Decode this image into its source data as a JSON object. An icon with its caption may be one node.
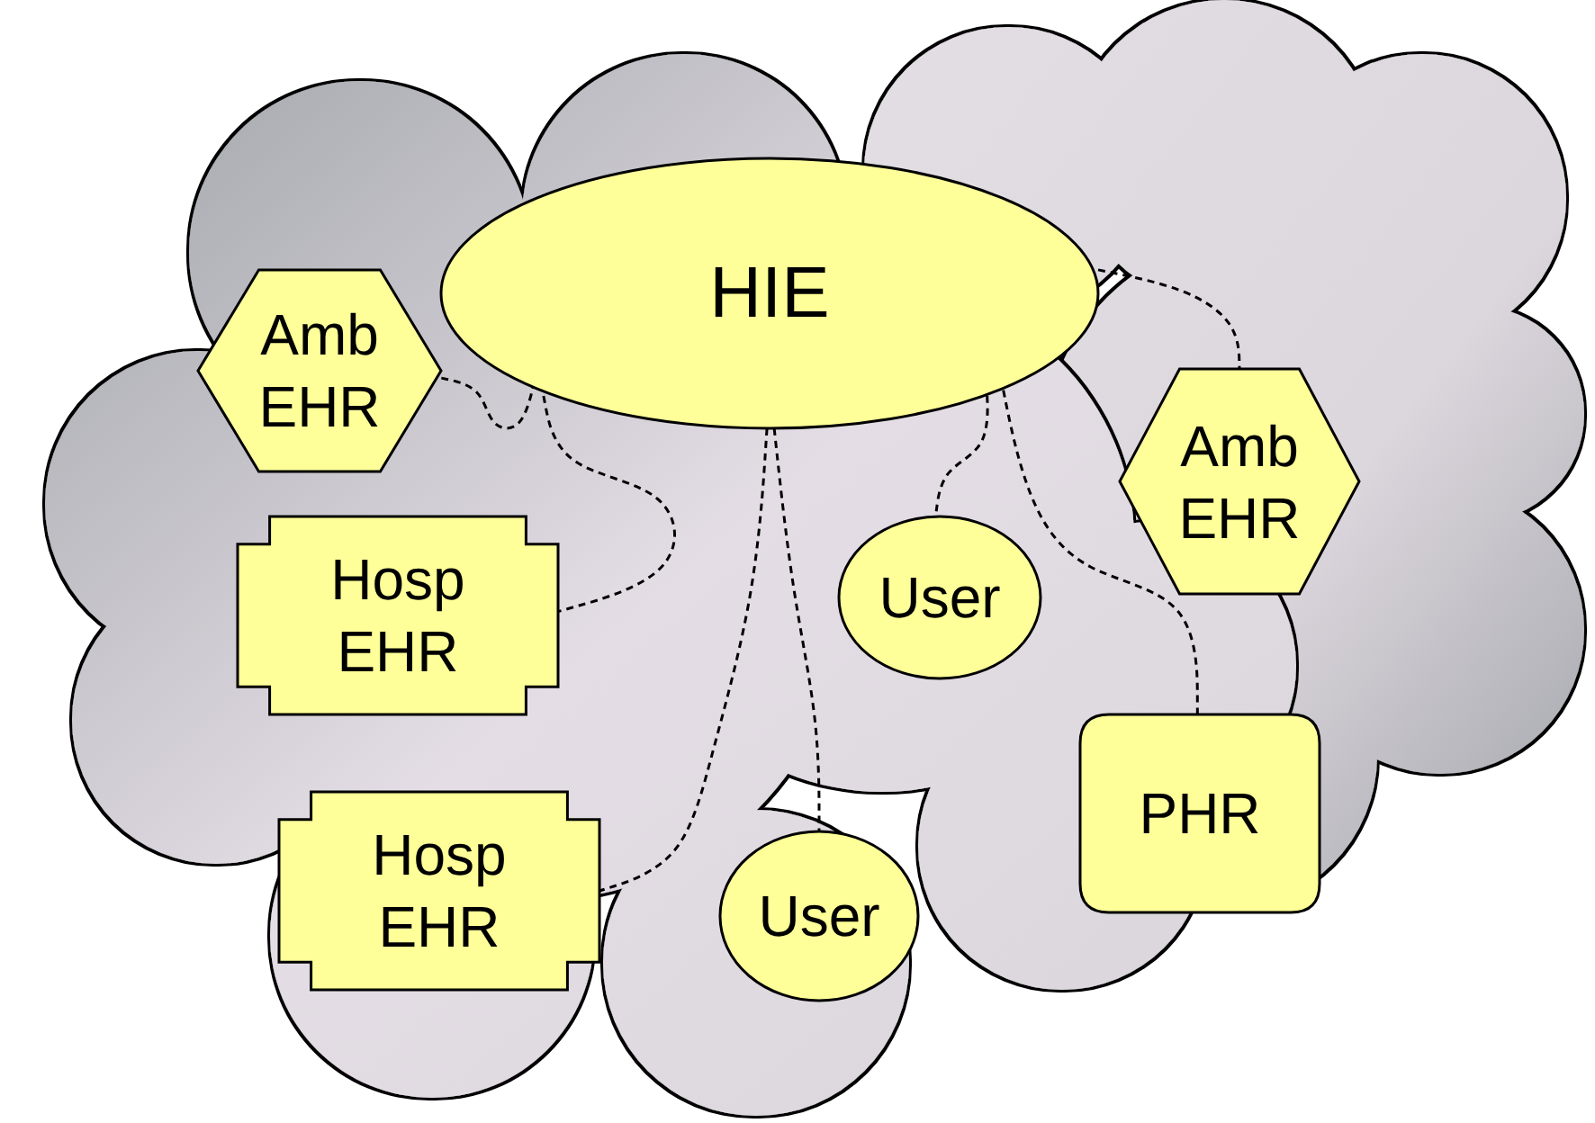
{
  "diagram": {
    "nodes": [
      {
        "text": [
          "HIE"
        ]
      },
      {
        "text": [
          "Amb EHR"
        ]
      },
      {
        "text": [
          "Hosp EHR"
        ]
      },
      {
        "text": [
          "Hosp EHR"
        ]
      },
      {
        "text": [
          "User"
        ]
      },
      {
        "text": [
          "User"
        ]
      },
      {
        "text": [
          "Amb EHR"
        ]
      },
      {
        "text": [
          "PHR"
        ]
      }
    ],
    "edges": [
      {
        "from": 0,
        "to": 1,
        "arrow": "none",
        "style": "dashed"
      },
      {
        "from": 0,
        "to": 2,
        "arrow": "none",
        "style": "dashed"
      },
      {
        "from": 0,
        "to": 3,
        "arrow": "none",
        "style": "dashed"
      },
      {
        "from": 0,
        "to": 5,
        "arrow": "none",
        "style": "dashed"
      },
      {
        "from": 0,
        "to": 4,
        "arrow": "none",
        "style": "dashed"
      },
      {
        "from": 0,
        "to": 7,
        "arrow": "none",
        "style": "dashed"
      },
      {
        "from": 0,
        "to": 6,
        "arrow": "none",
        "style": "dashed"
      }
    ]
  }
}
